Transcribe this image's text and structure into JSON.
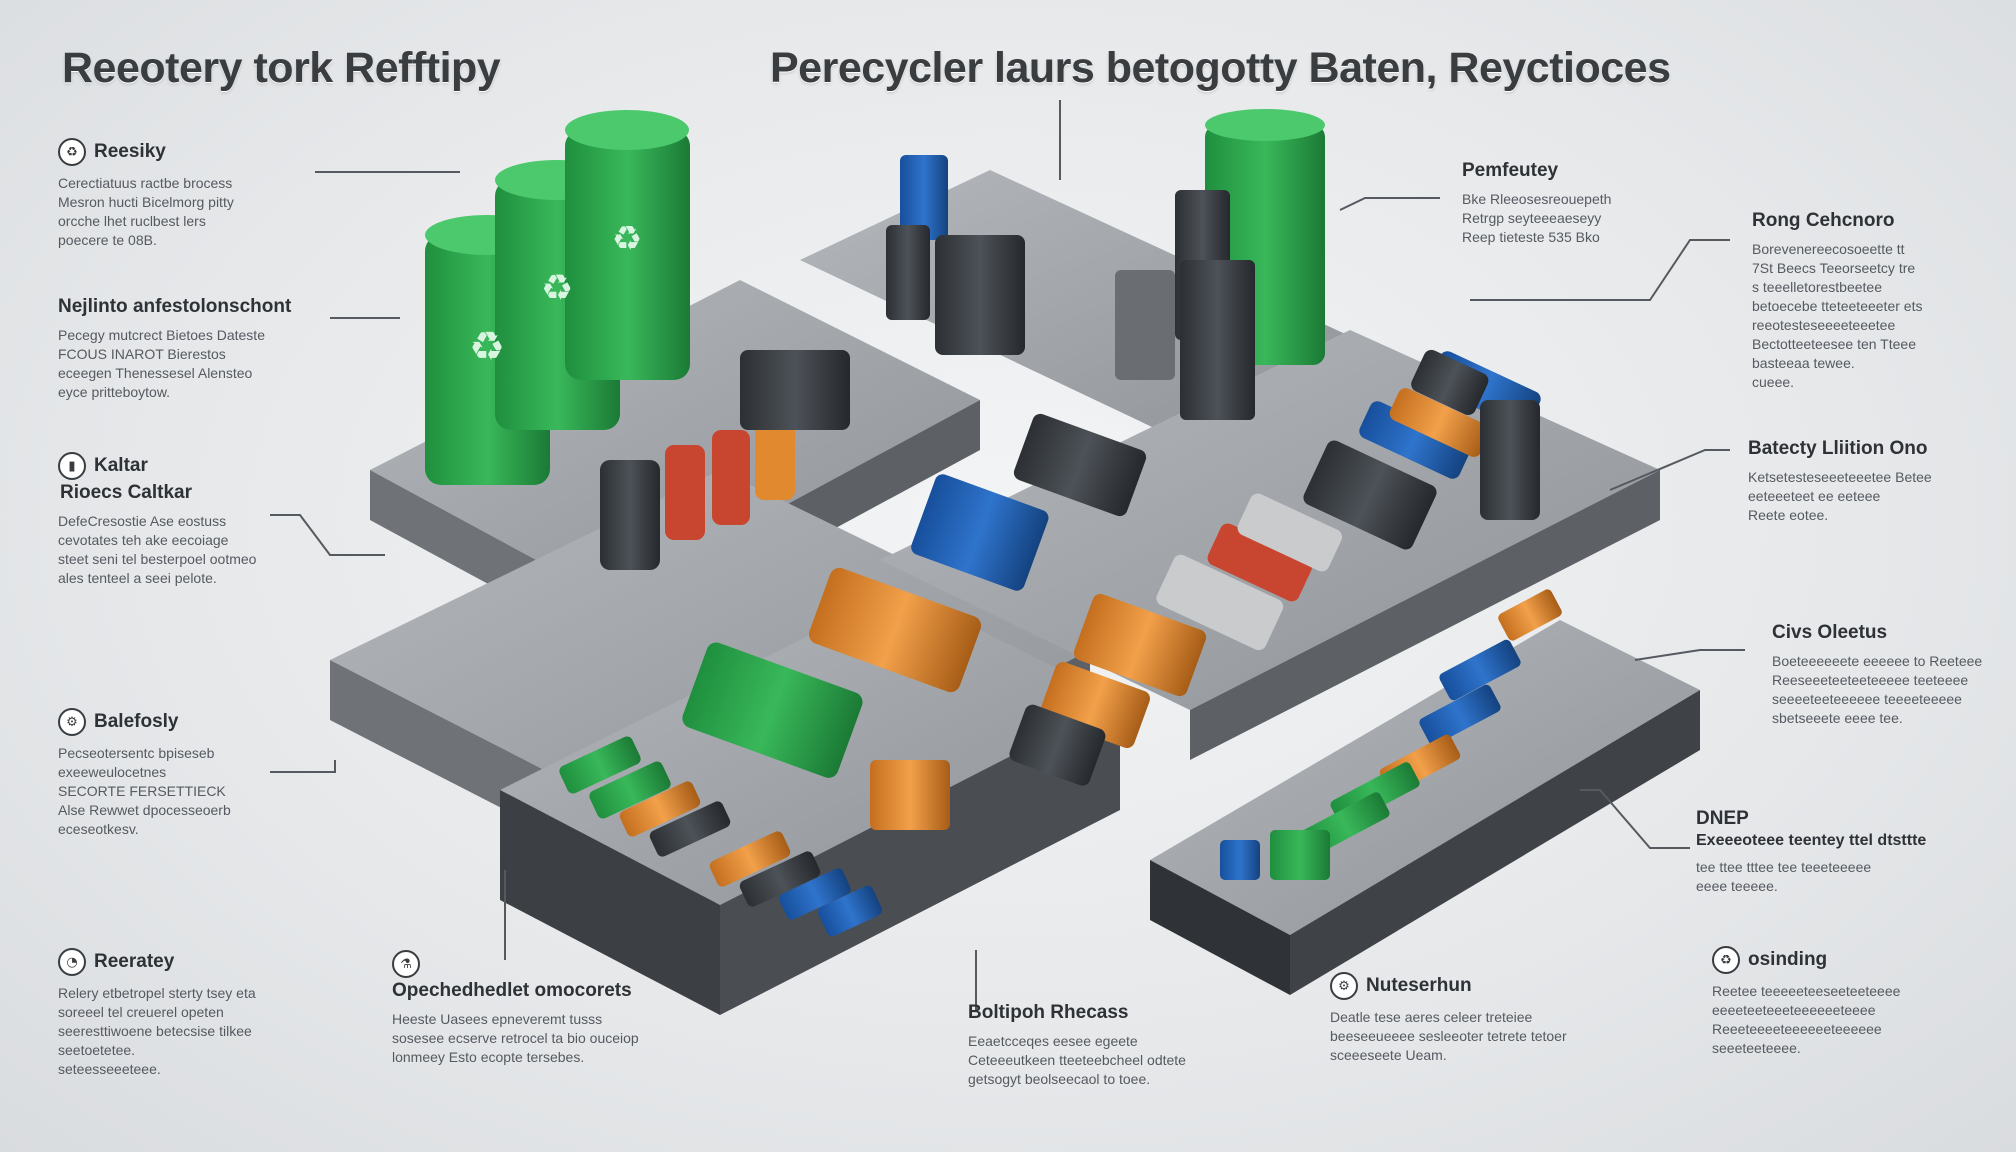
{
  "title_left": "Reeotery tork Refftipy",
  "title_main": "Perecycler laurs betogotty Baten, Reyctioces",
  "labels": {
    "reesky": {
      "title": "Reesiky",
      "icon": "recycle-icon",
      "lines": [
        "Cerectiatuus ractbe brocess",
        "Mesron hucti Bicelmorg pitty",
        "orcche lhet ruclbest lers",
        "poecere te 08B."
      ]
    },
    "nejlinto": {
      "title": "Nejlinto anfestolonschont",
      "icon": "",
      "lines": [
        "Pecegy mutcrect Bietoes Dateste",
        "FCOUS INAROT Bierestos",
        "eceegen Thenessesel Alensteo",
        "eyce pritteboytow."
      ]
    },
    "kaltar": {
      "title": "Kaltar",
      "subtitle": "Rioecs Caltkar",
      "icon": "battery-icon",
      "lines": [
        "DefeCresostie Ase eostuss",
        "cevotates teh ake eecoiage",
        "steet seni tel besterpoel ootmeo",
        "ales tenteel a seei pelote."
      ]
    },
    "balefosy": {
      "title": "Balefosly",
      "icon": "gear-icon",
      "lines": [
        "Pecseotersentc bpiseseb",
        "exeeweulocetnes",
        "SECORTE FERSETTIECK",
        "Alse Rewwet dpocesseoerb",
        "eceseotkesv."
      ]
    },
    "reeratey": {
      "title": "Reeratey",
      "icon": "chart-icon",
      "lines": [
        "Relery etbetropel sterty tsey eta",
        "soreeel tel creuerel opeten",
        "seeresttiwoene betecsise tilkee",
        "seetoetetee.",
        "seteesseeeteee."
      ]
    },
    "opeshed": {
      "title": "Opechedhedlet omocorets",
      "icon": "flask-icon",
      "lines": [
        "Heeste Uasees epneveremt tusss",
        "sosesee ecserve retrocel ta bio ouceiop",
        "lonmeey Esto ecopte tersebes."
      ]
    },
    "boltipoh": {
      "title": "Boltipoh Rhecass",
      "icon": "",
      "lines": [
        "Eeaetcceqes eesee egeete",
        "Ceteeeutkeen tteeteebcheel odtete",
        "getsogyt beolseecaol to toee."
      ]
    },
    "nuteseen": {
      "title": "Nuteserhun",
      "icon": "gear-icon",
      "lines": [
        "Deatle tese aeres celeer treteiee",
        "beeseeueeee sesleeoter tetrete tetoer",
        "sceeeseete Ueam."
      ]
    },
    "pemfeutey": {
      "title": "Pemfeutey",
      "icon": "",
      "lines": [
        "Bke Rleeosesreouepeth",
        "Retrgp seyteeeaeseyy",
        "Reep tieteste 535 Bko"
      ]
    },
    "rengschen": {
      "title": "Rong Cehcnoro",
      "icon": "",
      "lines": [
        "Borevenereecosoeette tt",
        "7St Beecs Teeorseetcy tre",
        "s teeelletorestbeetee",
        "betoecebe tteteeteeeter ets",
        "reeotesteseeeeteeetee",
        "Bectotteeteesee ten Tteee",
        "basteeaa tewee.",
        "cueee."
      ]
    },
    "batecty": {
      "title": "Batecty Lliition Ono",
      "icon": "",
      "lines": [
        "Ketsetesteseeeteeetee Betee",
        "eeteeeteet ee eeteee",
        "Reete eotee."
      ]
    },
    "civs": {
      "title": "Civs Oleetus",
      "icon": "",
      "lines": [
        "Boeteeeeeete eeeeee  to Reeteee",
        "Reeseeeteeteeteeeee teeteeee",
        "seeeeteeteeeeee teeeeteeeee",
        "sbetseeete eeee tee."
      ]
    },
    "dnep": {
      "title": "DNEP",
      "subtitle": "Exeeeoteee teentey ttel dtsttte",
      "icon": "",
      "lines": [
        "tee ttee tttee tee teeeteeeee",
        "eeee teeeee."
      ]
    },
    "osinding": {
      "title": "osinding",
      "icon": "recycle-icon",
      "lines": [
        "Reetee teeeeeteeseeteeteeee",
        "eeeeteeteeeteeeeeeteeee",
        "Reeeteeeeteeeeeeteeeeee",
        "seeeteeteeee."
      ]
    }
  },
  "colors": {
    "platform_top": "#9da1a6",
    "platform_side": "#6f7378",
    "battery_green": "#2fa84f",
    "battery_blue": "#1d5fb6",
    "battery_orange": "#e0892f",
    "battery_red": "#c8452f",
    "battery_dark": "#3b3f44"
  }
}
